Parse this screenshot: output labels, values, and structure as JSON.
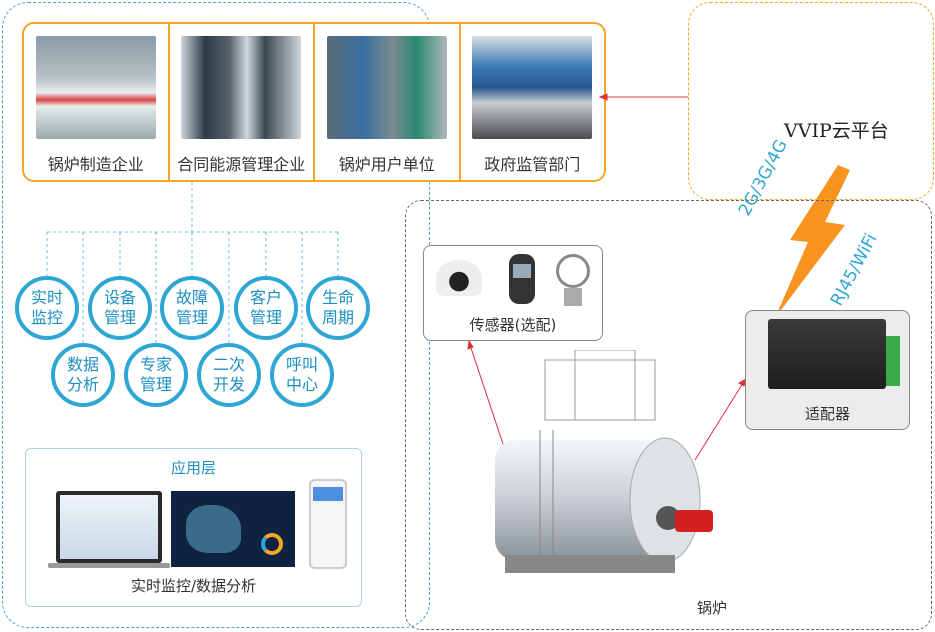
{
  "stakeholders": [
    {
      "label": "锅炉制造企业"
    },
    {
      "label": "合同能源管理企业"
    },
    {
      "label": "锅炉用户单位"
    },
    {
      "label": "政府监管部门"
    }
  ],
  "functions_row1": [
    {
      "line1": "实时",
      "line2": "监控"
    },
    {
      "line1": "设备",
      "line2": "管理"
    },
    {
      "line1": "故障",
      "line2": "管理"
    },
    {
      "line1": "客户",
      "line2": "管理"
    },
    {
      "line1": "生命",
      "line2": "周期"
    }
  ],
  "functions_row2": [
    {
      "line1": "数据",
      "line2": "分析"
    },
    {
      "line1": "专家",
      "line2": "管理"
    },
    {
      "line1": "二次",
      "line2": "开发"
    },
    {
      "line1": "呼叫",
      "line2": "中心"
    }
  ],
  "app_layer": {
    "title": "应用层",
    "caption": "实时监控/数据分析"
  },
  "cloud": {
    "label": "VVIP云平台"
  },
  "links": {
    "wireless": "2G/3G/4G",
    "wired": "RJ45/WiFi"
  },
  "sensor": {
    "label": "传感器(选配)"
  },
  "adapter": {
    "label": "适配器"
  },
  "boiler": {
    "label": "锅炉"
  },
  "colors": {
    "accent_blue": "#2ea7d5",
    "accent_orange": "#f5a623",
    "arrow_red": "#e0303a"
  }
}
